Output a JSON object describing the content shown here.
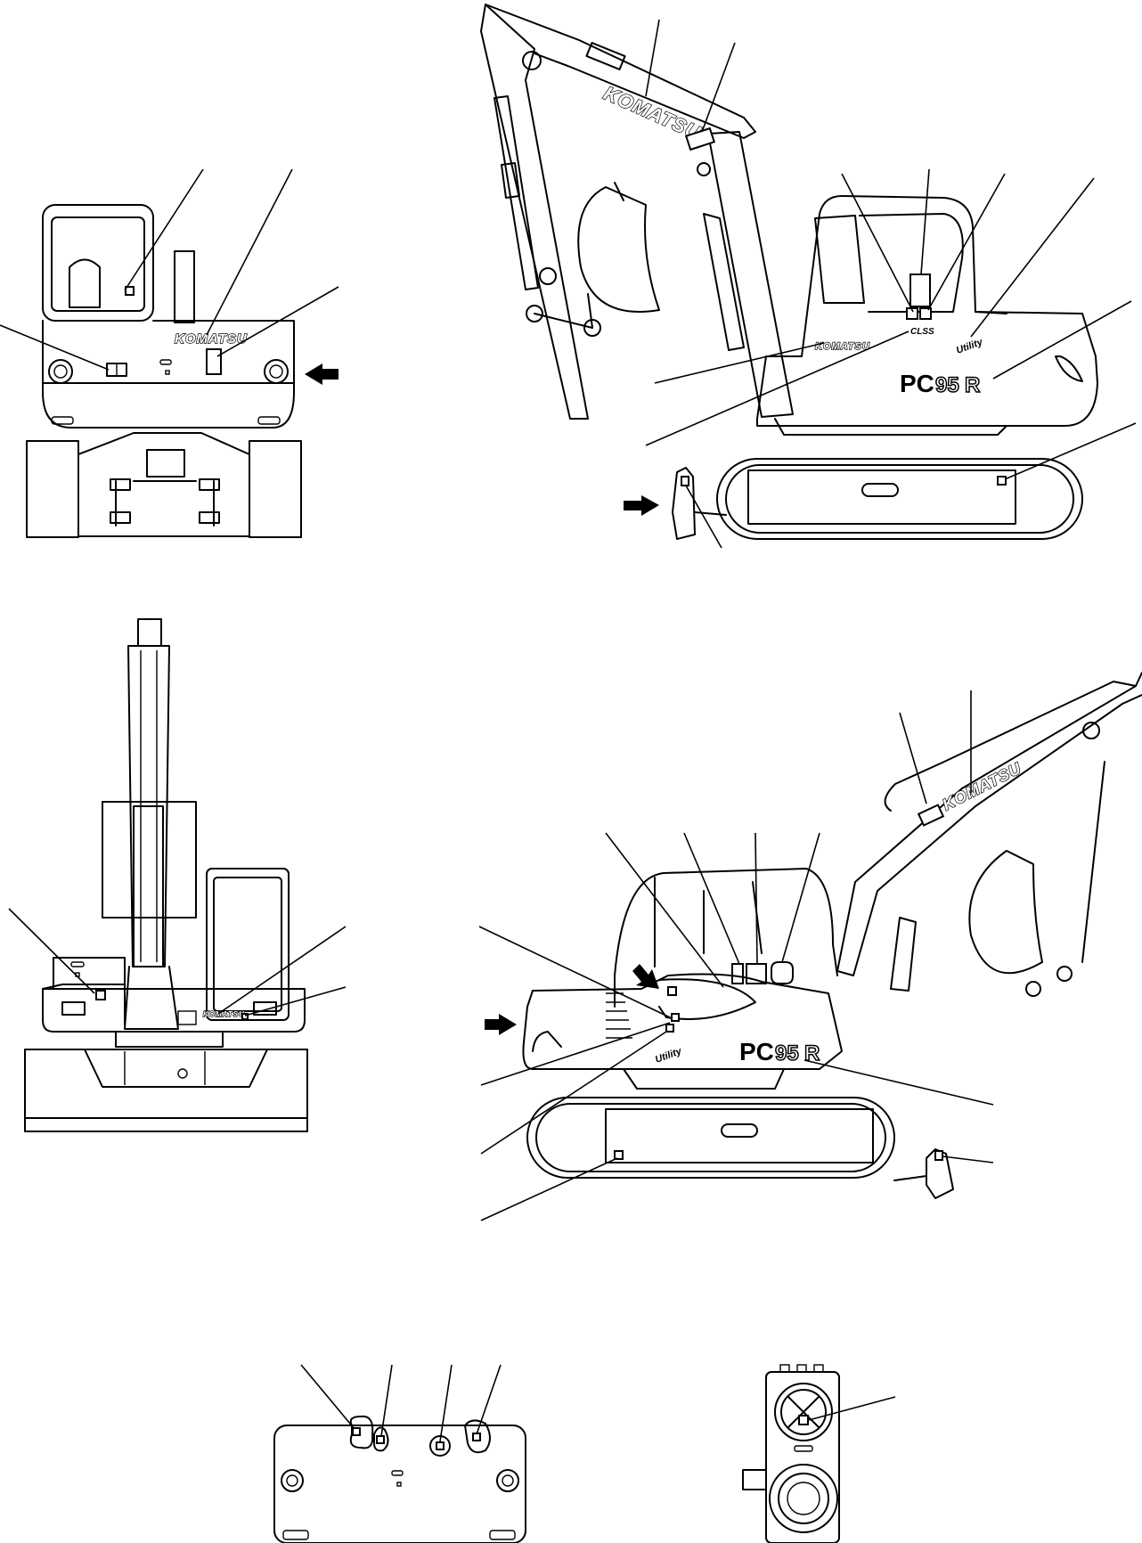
{
  "brand_mark": "KOMATSU",
  "model_prefix": "PC",
  "model_number": "95",
  "model_suffix": "R",
  "small_label": "CLSS",
  "badge": "Utility"
}
